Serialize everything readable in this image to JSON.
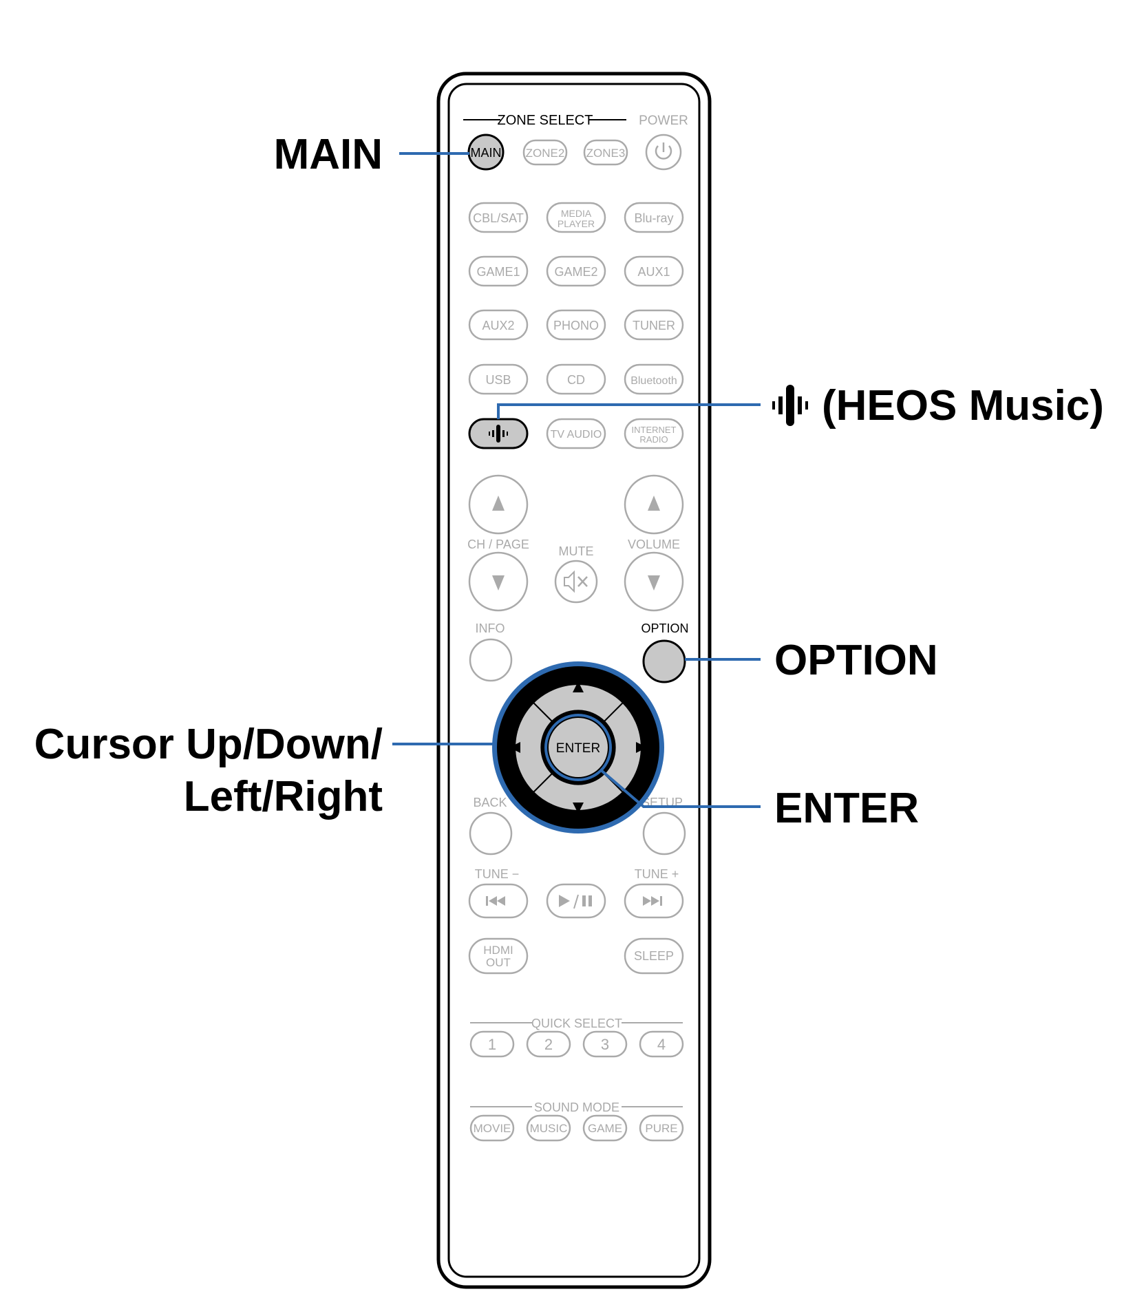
{
  "colors": {
    "accent": "#2e6ab0",
    "highlight_fill": "#c8c8c8",
    "inactive": "#aaaaaa",
    "body_outline": "#000000",
    "background": "#ffffff"
  },
  "callouts": {
    "main": "MAIN",
    "heos_icon": "heos-icon",
    "heos": "(HEOS Music)",
    "option": "OPTION",
    "cursor_line1": "Cursor Up/Down/",
    "cursor_line2": "Left/Right",
    "enter": "ENTER"
  },
  "remote": {
    "zone_select": "ZONE SELECT",
    "power": "POWER",
    "main_button": "MAIN",
    "zone2": "ZONE2",
    "zone3": "ZONE3",
    "power_icon": "power-icon",
    "sources": {
      "cbl_sat": "CBL/SAT",
      "media_player_1": "MEDIA",
      "media_player_2": "PLAYER",
      "bluray": "Blu-ray",
      "game1": "GAME1",
      "game2": "GAME2",
      "aux1": "AUX1",
      "aux2": "AUX2",
      "phono": "PHONO",
      "tuner": "TUNER",
      "usb": "USB",
      "cd": "CD",
      "bluetooth": "Bluetooth",
      "tv_audio": "TV AUDIO",
      "internet_radio_1": "INTERNET",
      "internet_radio_2": "RADIO"
    },
    "ch_page": "CH / PAGE",
    "mute": "MUTE",
    "volume": "VOLUME",
    "info": "INFO",
    "option": "OPTION",
    "enter": "ENTER",
    "back": "BACK",
    "setup": "SETUP",
    "tune_minus": "TUNE −",
    "tune_plus": "TUNE +",
    "hdmi_out_1": "HDMI",
    "hdmi_out_2": "OUT",
    "sleep": "SLEEP",
    "quick_select": "QUICK SELECT",
    "qs1": "1",
    "qs2": "2",
    "qs3": "3",
    "qs4": "4",
    "sound_mode": "SOUND MODE",
    "movie": "MOVIE",
    "music": "MUSIC",
    "game": "GAME",
    "pure": "PURE"
  }
}
